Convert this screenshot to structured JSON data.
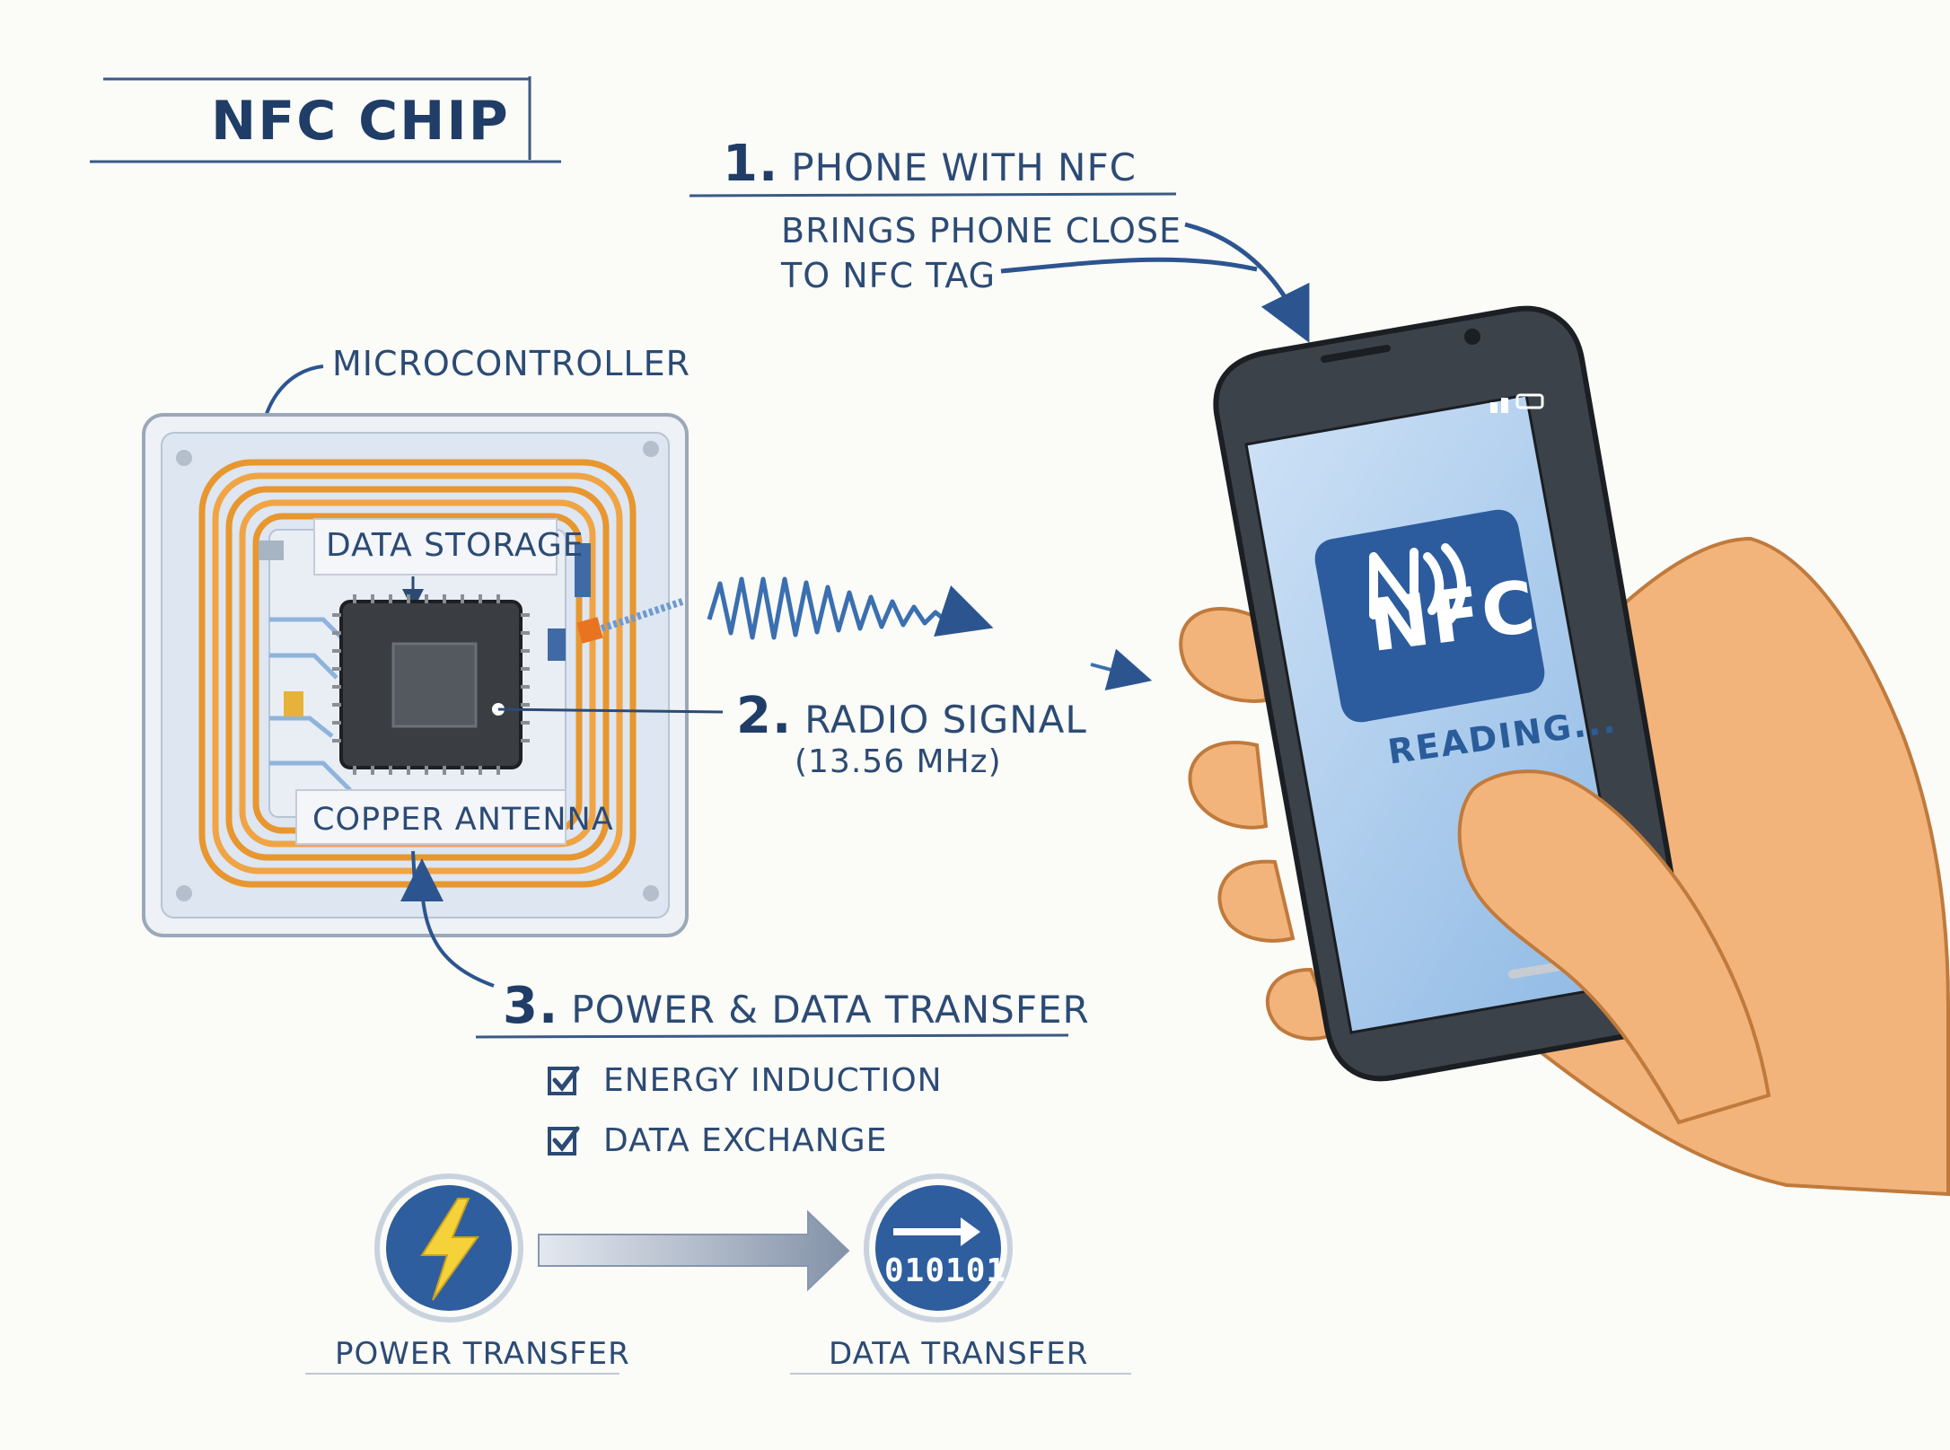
{
  "title": "NFC CHIP",
  "steps": [
    {
      "number": "1.",
      "label": "PHONE WITH NFC",
      "description": "BRINGS PHONE CLOSE\nTO NFC TAG"
    },
    {
      "number": "2.",
      "label": "RADIO SIGNAL",
      "sub": "(13.56 MHz)"
    },
    {
      "number": "3.",
      "label": "POWER & DATA TRANSFER"
    }
  ],
  "chip_labels": {
    "microcontroller": "MICROCONTROLLER",
    "data_storage": "DATA STORAGE",
    "copper_antenna": "COPPER ANTENNA"
  },
  "checklist": [
    "ENERGY INDUCTION",
    "DATA EXCHANGE"
  ],
  "flow": {
    "power_label": "POWER TRANSFER",
    "data_label": "DATA TRANSFER",
    "binary": "010101",
    "power_icon": "lightning-bolt-icon",
    "data_icon": "binary-arrow-icon"
  },
  "phone": {
    "app_label": "NFC",
    "status": "READING...",
    "nfc_icon": "nfc-logo-icon"
  },
  "colors": {
    "ink": "#1f3d66",
    "accent_blue": "#2f64a8",
    "copper": "#e8962e",
    "skin": "#f2b47a",
    "bolt": "#f5d23a"
  }
}
